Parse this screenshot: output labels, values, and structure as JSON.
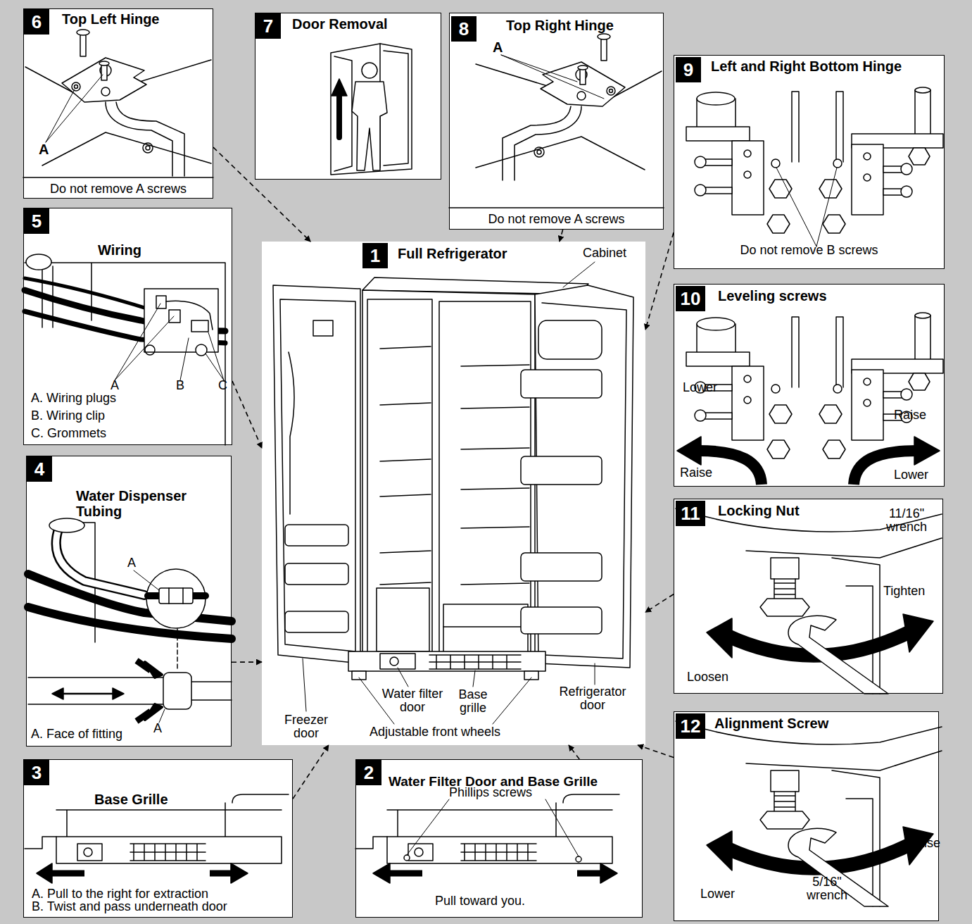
{
  "diagram": {
    "nodes": [
      {
        "text": [
          "6",
          "Top Left Hinge",
          "Do not remove A screws"
        ]
      },
      {
        "text": [
          "7",
          "Door Removal"
        ]
      },
      {
        "text": [
          "8",
          "Top Right Hinge",
          "Do not remove A screws"
        ]
      },
      {
        "text": [
          "9",
          "Left and Right Bottom Hinge",
          "Do not remove B screws"
        ]
      },
      {
        "text": [
          "5",
          "Wiring"
        ]
      },
      {
        "text": [
          "1",
          "Full Refrigerator"
        ]
      },
      {
        "text": [
          "10",
          "Leveling screws"
        ]
      },
      {
        "text": [
          "4",
          "Water Dispenser Tubing"
        ]
      },
      {
        "text": [
          "11",
          "Locking Nut"
        ]
      },
      {
        "text": [
          "3",
          "Base Grille"
        ]
      },
      {
        "text": [
          "2",
          "Water Filter Door and Base Grille"
        ]
      },
      {
        "text": [
          "12",
          "Alignment Screw"
        ]
      }
    ],
    "edges": [
      {
        "from": 0,
        "to": 5,
        "arrow": "to"
      },
      {
        "from": 2,
        "to": 5,
        "arrow": "to"
      },
      {
        "from": 3,
        "to": 5,
        "arrow": "to"
      },
      {
        "from": 4,
        "to": 5,
        "arrow": "to"
      },
      {
        "from": 7,
        "to": 5,
        "arrow": "to"
      },
      {
        "from": 9,
        "to": 5,
        "arrow": "to"
      },
      {
        "from": 10,
        "to": 5,
        "arrow": "to"
      },
      {
        "from": 8,
        "to": 5,
        "arrow": "to"
      },
      {
        "from": 11,
        "to": 5,
        "arrow": "to"
      }
    ],
    "labels": [
      "A",
      "A",
      "A",
      "B",
      "C",
      "A. Wiring plugs",
      "B. Wiring clip",
      "C. Grommets",
      "A",
      "A",
      "A. Face of fitting",
      "Cabinet",
      "Freezer door",
      "Water filter door",
      "Base grille",
      "Refrigerator door",
      "Adjustable front wheels",
      "Lower",
      "Raise",
      "Raise",
      "Lower",
      "11/16\" wrench",
      "Tighten",
      "Loosen",
      "Raise",
      "Lower",
      "5/16\" wrench",
      "A. Pull to the right for extraction",
      "B. Twist and pass underneath door",
      "Phillips screws",
      "Pull toward you."
    ]
  }
}
